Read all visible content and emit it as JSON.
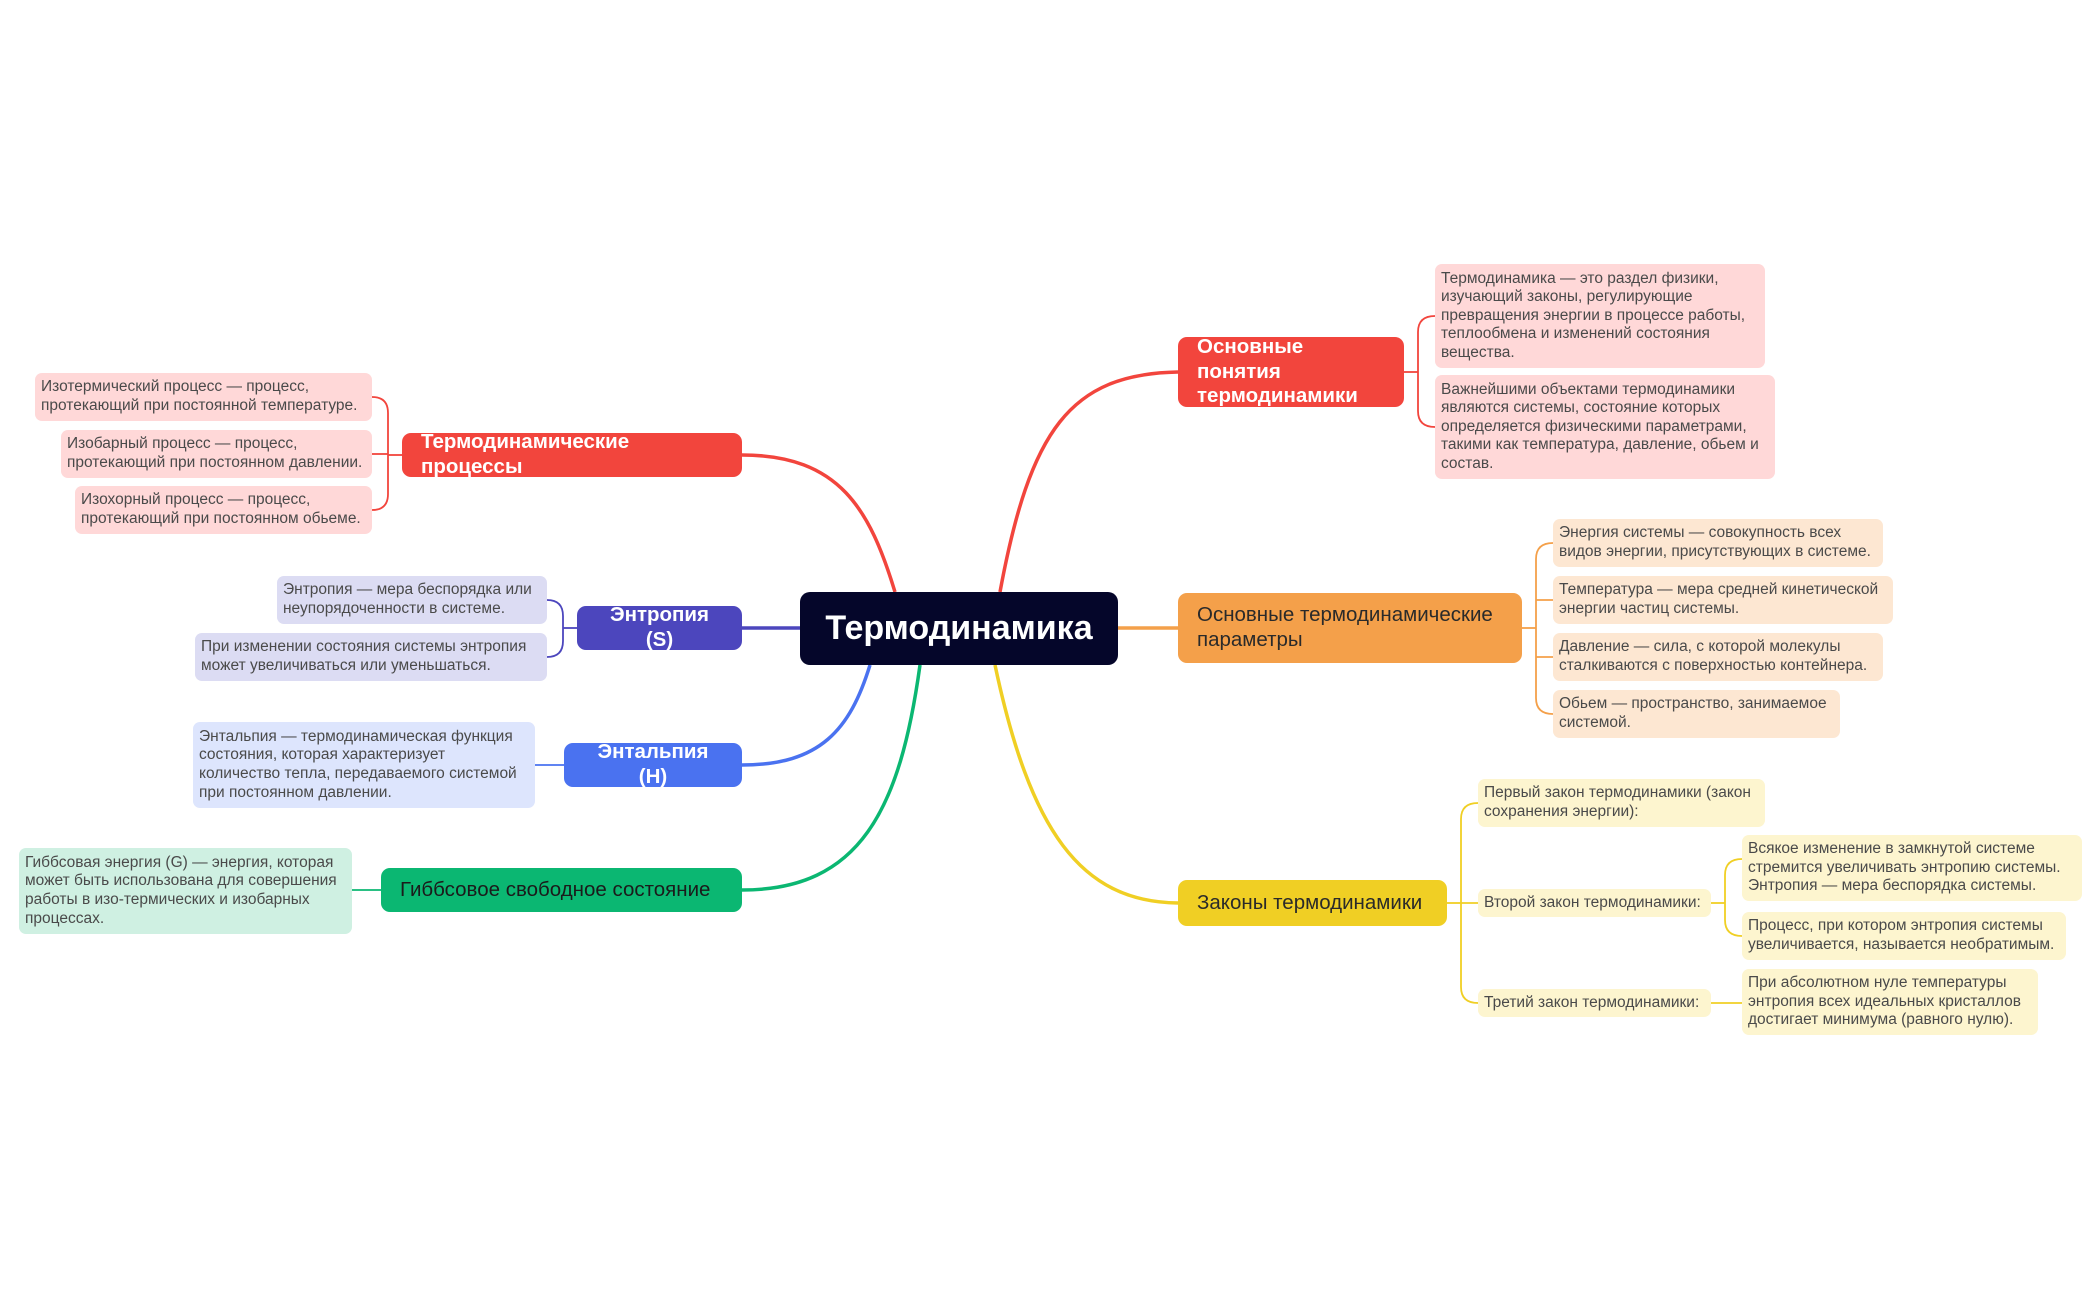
{
  "root": {
    "label": "Термодинамика"
  },
  "colors": {
    "root_bg": "#05062a",
    "red": "#f2453d",
    "orange": "#f4a04a",
    "yellow": "#f0cf24",
    "purple": "#4c46bd",
    "blue": "#4a72f0",
    "green": "#0bb772",
    "red_leaf": "#ffd8d8",
    "orange_leaf": "#fde7d2",
    "yellow_leaf": "#fdf5cf",
    "purple_leaf": "#dcdcf3",
    "blue_leaf": "#dde5fd",
    "green_leaf": "#cff0e2"
  },
  "branches": {
    "concepts": {
      "label": "Основные понятия термодинамики",
      "leaves": [
        "Термодинамика — это раздел физики, изучающий законы, регулирующие превращения энергии в процессе работы, теплообмена и изменений состояния вещества.",
        "Важнейшими объектами термодинамики являются системы, состояние которых определяется физическими параметрами, такими как температура, давление, обьем и состав."
      ]
    },
    "parameters": {
      "label": "Основные термодинамические параметры",
      "leaves": [
        "Энергия системы — совокупность всех видов энергии, присутствующих в системе.",
        "Температура — мера средней кинетической энергии частиц системы.",
        "Давление — сила, с которой молекулы сталкиваются с поверхностью контейнера.",
        "Обьем — пространство, занимаемое системой."
      ]
    },
    "laws": {
      "label": "Законы термодинамики",
      "first": "Первый закон термодинамики (закон сохранения энергии):",
      "second": "Второй закон термодинамики:",
      "second_details": [
        "Всякое изменение в замкнутой системе стремится увеличивать энтропию системы. Энтропия — мера беспорядка системы.",
        "Процесс, при котором энтропия системы увеличивается, называется необратимым."
      ],
      "third": "Третий закон термодинамики:",
      "third_detail": "При абсолютном нуле температуры энтропия всех идеальных кристаллов достигает минимума (равного нулю)."
    },
    "processes": {
      "label": "Термодинамические процессы",
      "leaves": [
        "Изотермический процесс — процесс, протекающий при постоянной температуре.",
        "Изобарный процесс — процесс, протекающий при постоянном давлении.",
        "Изохорный процесс — процесс, протекающий при постоянном обьеме."
      ]
    },
    "entropy": {
      "label": "Энтропия (S)",
      "leaves": [
        "Энтропия — мера беспорядка или неупорядоченности в системе.",
        "При изменении состояния системы энтропия может увеличиваться или уменьшаться."
      ]
    },
    "enthalpy": {
      "label": "Энтальпия (H)",
      "leaves": [
        "Энтальпия — термодинамическая функция состояния, которая характеризует количество тепла, передаваемого системой при постоянном давлении."
      ]
    },
    "gibbs": {
      "label": "Гиббсовое свободное состояние",
      "leaves": [
        "Гиббсовая энергия (G) — энергия, которая может быть использована для совершения работы в изо-термических и изобарных процессах."
      ]
    }
  }
}
